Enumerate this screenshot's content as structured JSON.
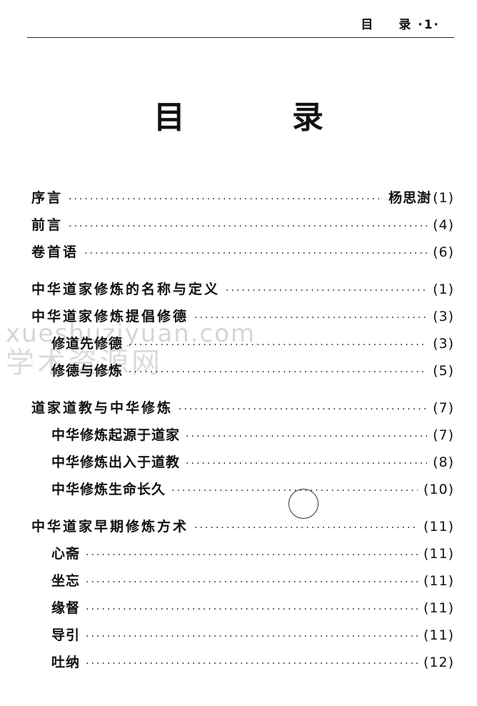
{
  "header": {
    "section": "目",
    "section2": "录",
    "page": "·1·"
  },
  "title": {
    "char1": "目",
    "char2": "录"
  },
  "watermark": {
    "url": "xueshuziyuan.com",
    "cn": "学术资源网"
  },
  "toc": [
    {
      "label": "序言",
      "author": "杨思澍",
      "page": "(1)"
    },
    {
      "label": "前言",
      "page": "(4)"
    },
    {
      "label": "卷首语",
      "page": "(6)"
    },
    {
      "label": "中华道家修炼的名称与定义",
      "page": "(1)"
    },
    {
      "label": "中华道家修炼提倡修德",
      "page": "(3)"
    },
    {
      "label": "修道先修德",
      "page": "(3)"
    },
    {
      "label": "修德与修炼",
      "page": "(5)"
    },
    {
      "label": "道家道教与中华修炼",
      "page": "(7)"
    },
    {
      "label": "中华修炼起源于道家",
      "page": "(7)"
    },
    {
      "label": "中华修炼出入于道教",
      "page": "(8)"
    },
    {
      "label": "中华修炼生命长久",
      "page": "(10)"
    },
    {
      "label": "中华道家早期修炼方术",
      "page": "(11)"
    },
    {
      "label": "心斋",
      "page": "(11)"
    },
    {
      "label": "坐忘",
      "page": "(11)"
    },
    {
      "label": "缘督",
      "page": "(11)"
    },
    {
      "label": "导引",
      "page": "(11)"
    },
    {
      "label": "吐纳",
      "page": "(12)"
    }
  ]
}
